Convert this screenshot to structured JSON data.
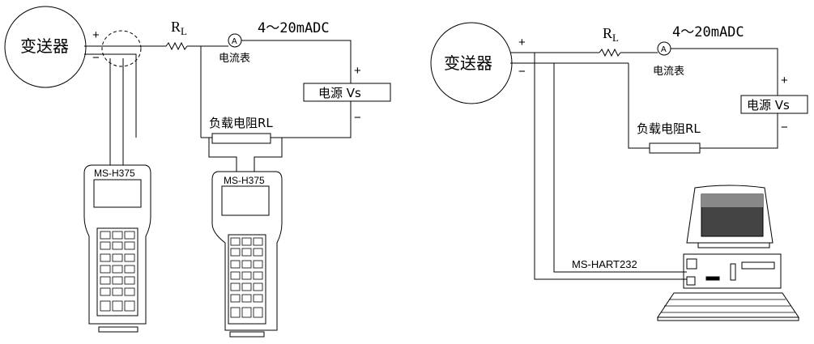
{
  "left": {
    "transmitter": "变送器",
    "plus": "+",
    "minus": "−",
    "rl_base": "R",
    "rl_sub": "L",
    "current_range": "4～20mADC",
    "ammeter_symbol": "A",
    "ammeter_label": "电流表",
    "supply_plus": "+",
    "supply_minus": "−",
    "supply_label": "电源 Vs",
    "load_label": "负载电阻RL",
    "communicator_1": "MS-H375",
    "communicator_2": "MS-H375"
  },
  "right": {
    "transmitter": "变送器",
    "plus": "+",
    "minus": "−",
    "rl_base": "R",
    "rl_sub": "L",
    "current_range": "4～20mADC",
    "ammeter_symbol": "A",
    "ammeter_label": "电流表",
    "supply_plus": "+",
    "supply_minus": "−",
    "supply_label": "电源 Vs",
    "load_label": "负载电阻RL",
    "modem_label": "MS-HART232"
  }
}
